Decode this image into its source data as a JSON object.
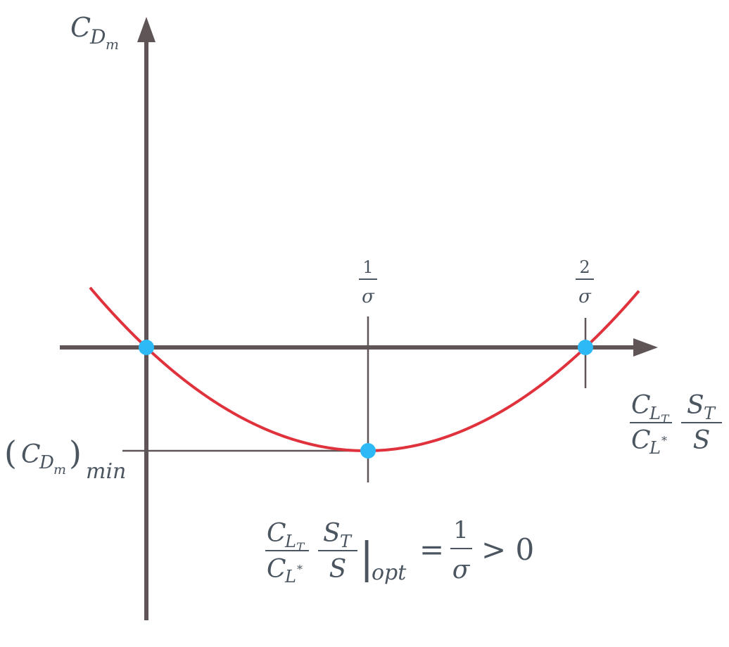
{
  "colors": {
    "axis": "#5f5456",
    "curve": "#e0323c",
    "marker": "#2db9f5",
    "text": "#4a5560"
  },
  "y_axis_label": {
    "main": "C",
    "sub": "D",
    "subsub": "m"
  },
  "x_axis_label": {
    "num_left_main": "C",
    "num_left_sub": "L",
    "num_left_subsub": "T",
    "den_left_main": "C",
    "den_left_sub": "L",
    "den_left_sup": "*",
    "num_right_main": "S",
    "num_right_sub": "T",
    "den_right": "S"
  },
  "ticks": [
    {
      "numerator": "1",
      "denominator": "σ"
    },
    {
      "numerator": "2",
      "denominator": "σ"
    }
  ],
  "min_label": {
    "open": "(",
    "main": "C",
    "sub": "D",
    "subsub": "m",
    "close": ")",
    "subscript": "min"
  },
  "optimum_formula": {
    "num_left_main": "C",
    "num_left_sub": "L",
    "num_left_subsub": "T",
    "den_left_main": "C",
    "den_left_sub": "L",
    "den_left_sup": "*",
    "num_right_main": "S",
    "num_right_sub": "T",
    "den_right": "S",
    "bar": "|",
    "subscript": "opt",
    "equals": "=",
    "rhs_numerator": "1",
    "rhs_denominator": "σ",
    "relation": "> 0"
  }
}
